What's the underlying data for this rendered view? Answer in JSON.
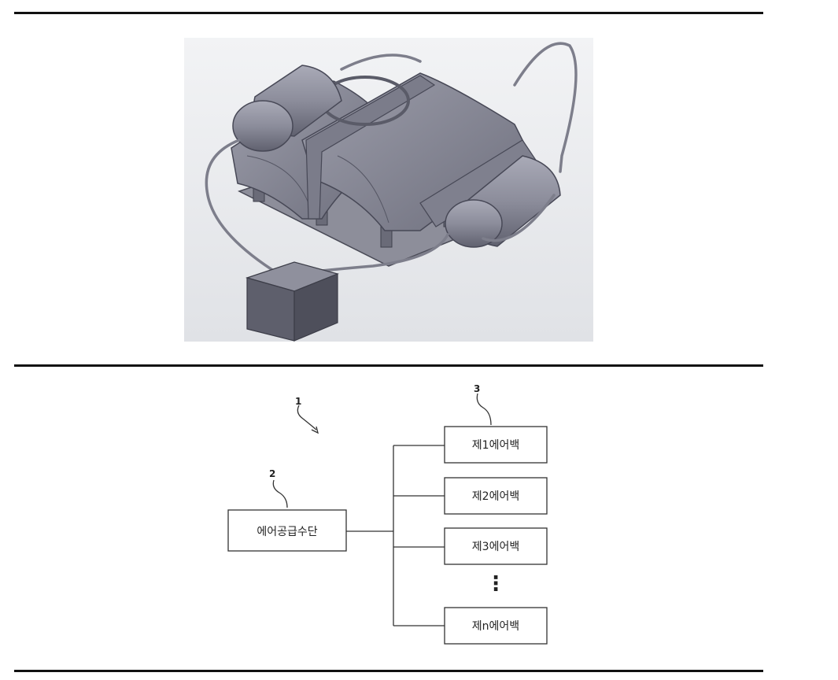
{
  "diagram": {
    "system_ref": "1",
    "supply_ref": "2",
    "bags_ref": "3",
    "supply_label": "에어공급수단",
    "bags": [
      "제1에어백",
      "제2에어백",
      "제3에어백",
      "제n에어백"
    ],
    "ellipsis": "⋮"
  },
  "colors": {
    "render_body": "#8a8b99",
    "render_shadow": "#5f6070",
    "render_bg": "#eceef1",
    "line": "#333333"
  }
}
